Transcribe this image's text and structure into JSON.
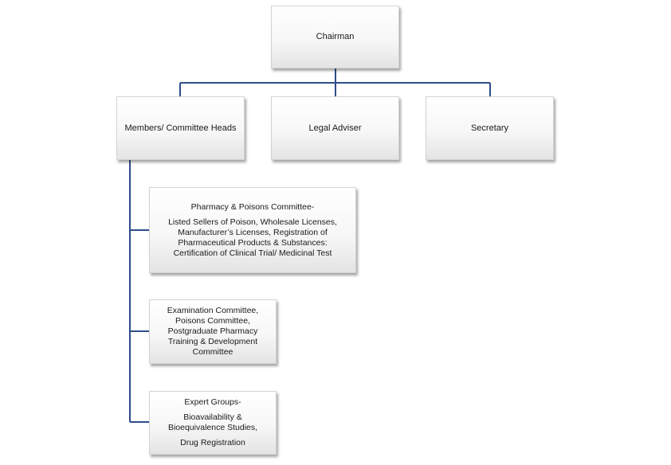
{
  "nodes": {
    "chairman": {
      "lines": [
        "Chairman"
      ]
    },
    "members": {
      "lines": [
        "Members/ Committee Heads"
      ]
    },
    "legal": {
      "lines": [
        "Legal Adviser"
      ]
    },
    "secretary": {
      "lines": [
        "Secretary"
      ]
    },
    "pharmacy": {
      "lines": [
        "Pharmacy & Poisons Committee-",
        "Listed Sellers of Poison, Wholesale Licenses,",
        "Manufacturer’s Licenses, Registration of",
        "Pharmaceutical Products & Substances:",
        "Certification of Clinical Trial/ Medicinal Test"
      ]
    },
    "examination": {
      "lines": [
        "Examination Committee,",
        "Poisons Committee,",
        "Postgraduate Pharmacy",
        "Training & Development",
        "Committee"
      ]
    },
    "expert": {
      "lines": [
        "Expert Groups-",
        "Bioavailability &",
        "Bioequivalence Studies,",
        "Drug Registration"
      ]
    }
  },
  "colors": {
    "connector": "#2e4d8a",
    "box_border": "#d4d4d4",
    "text": "#1a1a1a"
  }
}
